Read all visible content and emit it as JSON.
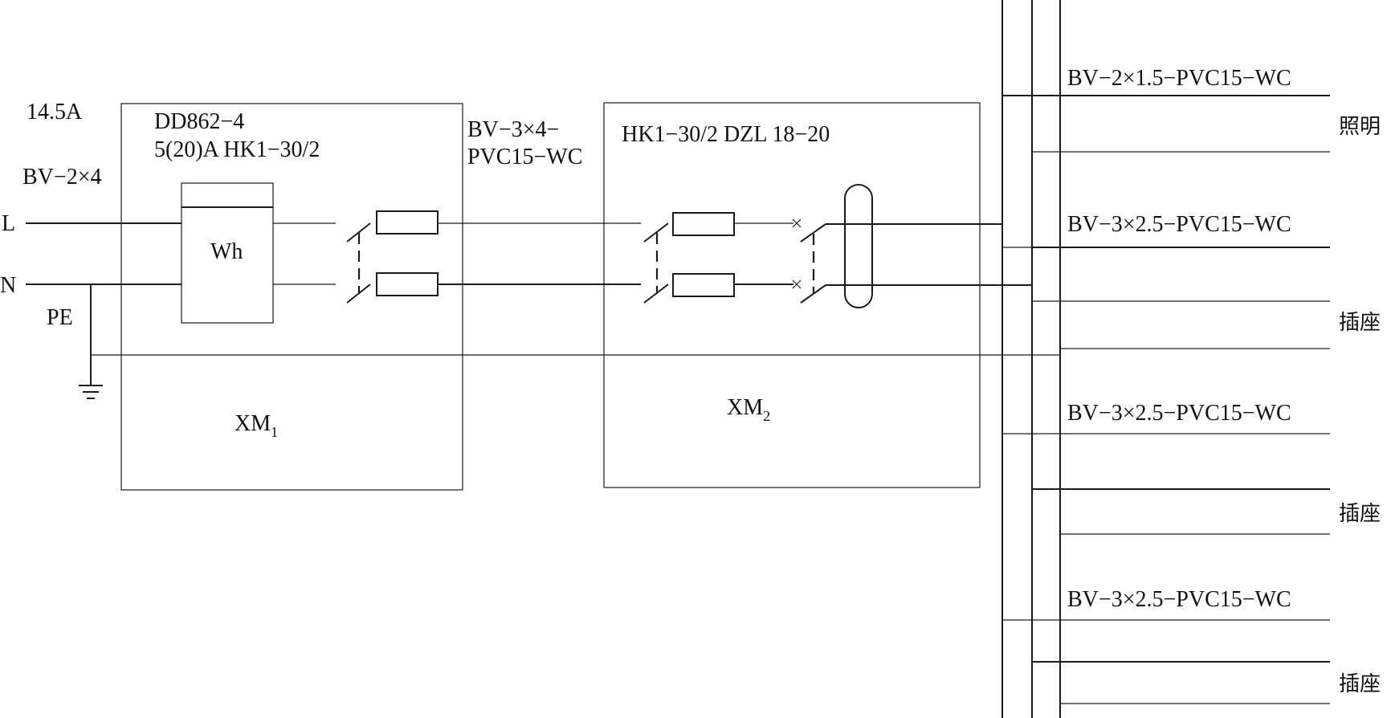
{
  "incoming": {
    "current": "14.5A",
    "cable": "BV−2×4",
    "phase_label": "L",
    "neutral_label": "N",
    "earth_label": "PE"
  },
  "panel1": {
    "model_line1": "DD862−4",
    "model_line2": "5(20)A HK1−30/2",
    "meter_label": "Wh",
    "name": "XM",
    "name_sub": "1"
  },
  "feeder": {
    "line1": "BV−3×4−",
    "line2": "PVC15−WC"
  },
  "panel2": {
    "model": "HK1−30/2 DZL 18−20",
    "name": "XM",
    "name_sub": "2"
  },
  "branches": [
    {
      "cable": "BV−2×1.5−PVC15−WC",
      "use": "照明"
    },
    {
      "cable": "BV−3×2.5−PVC15−WC",
      "use": "插座"
    },
    {
      "cable": "BV−3×2.5−PVC15−WC",
      "use": "插座"
    },
    {
      "cable": "BV−3×2.5−PVC15−WC",
      "use": "插座"
    }
  ]
}
